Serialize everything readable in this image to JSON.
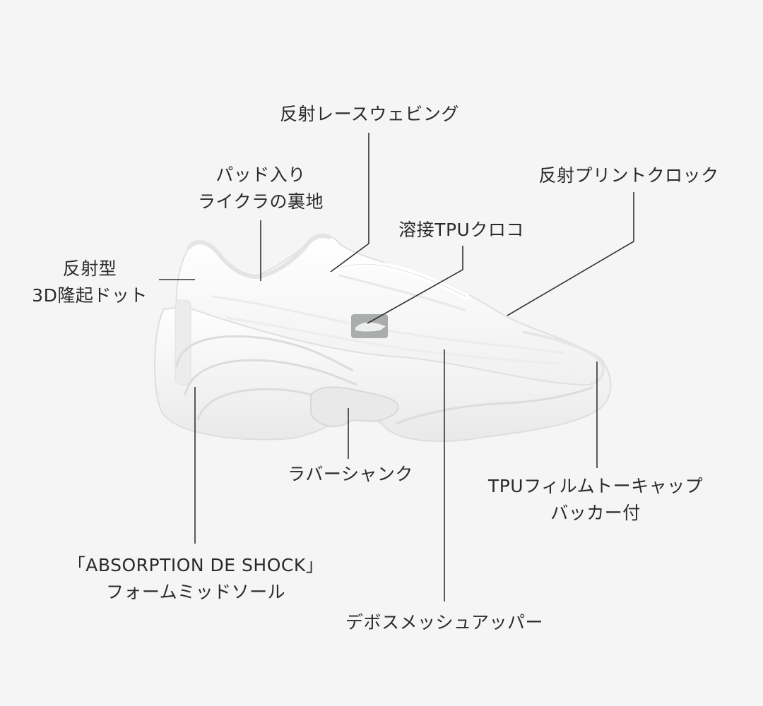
{
  "callouts": [
    {
      "id": "reflective-lace-webbing",
      "lines": [
        "反射レースウェビング"
      ]
    },
    {
      "id": "padded-lycra-lining",
      "lines": [
        "パッド入り",
        "ライクラの裏地"
      ]
    },
    {
      "id": "reflective-print-croc",
      "lines": [
        "反射プリントクロック"
      ]
    },
    {
      "id": "welded-tpu-croc",
      "lines": [
        "溶接TPUクロコ"
      ]
    },
    {
      "id": "reflective-3d-dots",
      "lines": [
        "反射型",
        "3D隆起ドット"
      ]
    },
    {
      "id": "rubber-shank",
      "lines": [
        "ラバーシャンク"
      ]
    },
    {
      "id": "tpu-toe-cap",
      "lines": [
        "TPUフィルムトーキャップ",
        "バッカー付"
      ]
    },
    {
      "id": "foam-midsole",
      "lines": [
        "「ABSORPTION DE SHOCK」",
        "フォームミッドソール"
      ]
    },
    {
      "id": "debossed-mesh-upper",
      "lines": [
        "デボスメッシュアッパー"
      ]
    }
  ],
  "colors": {
    "background": "#f5f5f5",
    "text": "#2a2a2a",
    "leader_line": "#333333",
    "shoe_white": "#fbfbfb",
    "shoe_shadow": "#e2e2e2",
    "logo": "#a9adae"
  }
}
